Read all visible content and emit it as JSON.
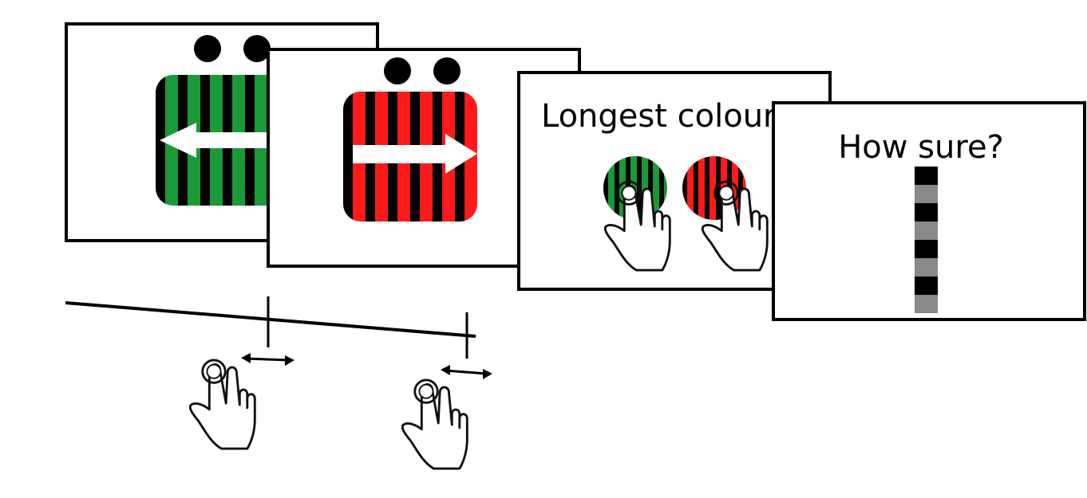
{
  "figure": {
    "colors": {
      "green": "#1a9a37",
      "red": "#ff1a1a",
      "black": "#000000",
      "grey": "#888888",
      "white": "#ffffff"
    },
    "screens": [
      {
        "id": "screen-1",
        "stimulus": "green-black-stripes",
        "arrow": "left",
        "dots": 2
      },
      {
        "id": "screen-2",
        "stimulus": "red-black-stripes",
        "arrow": "right",
        "dots": 2
      },
      {
        "id": "screen-3",
        "prompt": "Longest colour?",
        "options": [
          "green-black-stripes",
          "red-black-stripes"
        ]
      },
      {
        "id": "screen-4",
        "prompt": "How sure?",
        "scale_segments": 8
      }
    ],
    "icons": [
      "hand-pointer-icon",
      "double-arrow-icon",
      "timeline-tick"
    ]
  }
}
